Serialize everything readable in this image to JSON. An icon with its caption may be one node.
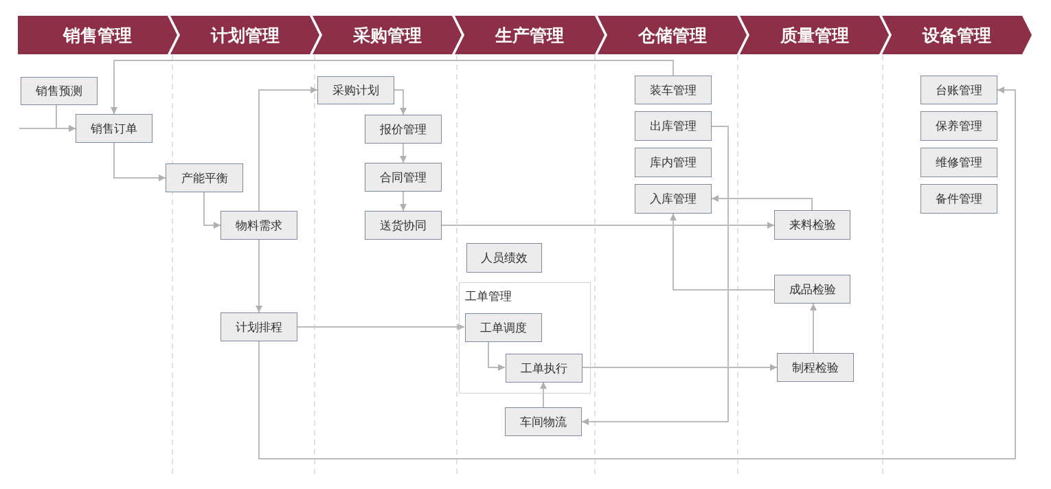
{
  "diagram": {
    "nodes": [
      {
        "text": [
          "销售管理"
        ]
      },
      {
        "text": [
          "计划管理"
        ]
      },
      {
        "text": [
          "采购管理"
        ]
      },
      {
        "text": [
          "生产管理"
        ]
      },
      {
        "text": [
          "仓储管理"
        ]
      },
      {
        "text": [
          "质量管理"
        ]
      },
      {
        "text": [
          "设备管理"
        ]
      },
      {
        "text": [
          "销售预测"
        ]
      },
      {
        "text": [
          "销售订单"
        ]
      },
      {
        "text": [
          "产能平衡"
        ]
      },
      {
        "text": [
          "物料需求"
        ]
      },
      {
        "text": [
          "计划排程"
        ]
      },
      {
        "text": [
          "采购计划"
        ]
      },
      {
        "text": [
          "报价管理"
        ]
      },
      {
        "text": [
          "合同管理"
        ]
      },
      {
        "text": [
          "送货协同"
        ]
      },
      {
        "text": [
          "人员绩效"
        ]
      },
      {
        "text": [
          "工单管理"
        ]
      },
      {
        "text": [
          "工单调度"
        ],
        "in": 17
      },
      {
        "text": [
          "工单执行"
        ],
        "in": 17
      },
      {
        "text": [
          "车间物流"
        ]
      },
      {
        "text": [
          "装车管理"
        ]
      },
      {
        "text": [
          "出库管理"
        ]
      },
      {
        "text": [
          "库内管理"
        ]
      },
      {
        "text": [
          "入库管理"
        ]
      },
      {
        "text": [
          "来料检验"
        ]
      },
      {
        "text": [
          "成品检验"
        ]
      },
      {
        "text": [
          "制程检验"
        ]
      },
      {
        "text": [
          "台账管理"
        ]
      },
      {
        "text": [
          "保养管理"
        ]
      },
      {
        "text": [
          "维修管理"
        ]
      },
      {
        "text": [
          "备件管理"
        ]
      }
    ],
    "edges": [
      {
        "from": null,
        "to": 8,
        "arrow": "to"
      },
      {
        "from": 7,
        "to": 8,
        "arrow": "to"
      },
      {
        "from": 21,
        "to": 8,
        "arrow": "to"
      },
      {
        "from": 8,
        "to": 9,
        "arrow": "to"
      },
      {
        "from": 9,
        "to": 10,
        "arrow": "to"
      },
      {
        "from": 10,
        "to": 12,
        "arrow": "to"
      },
      {
        "from": 10,
        "to": 11,
        "arrow": "to"
      },
      {
        "from": 12,
        "to": 13,
        "arrow": "to"
      },
      {
        "from": 13,
        "to": 14,
        "arrow": "to"
      },
      {
        "from": 14,
        "to": 15,
        "arrow": "to"
      },
      {
        "from": 15,
        "to": 25,
        "arrow": "to"
      },
      {
        "from": 25,
        "to": 24,
        "arrow": "to"
      },
      {
        "from": 26,
        "to": 24,
        "arrow": "to"
      },
      {
        "from": 27,
        "to": 26,
        "arrow": "to"
      },
      {
        "from": 19,
        "to": 27,
        "arrow": "to"
      },
      {
        "from": 11,
        "to": 18,
        "arrow": "to"
      },
      {
        "from": 18,
        "to": 19,
        "arrow": "to"
      },
      {
        "from": 20,
        "to": 19,
        "arrow": "to"
      },
      {
        "from": 22,
        "to": 20,
        "arrow": "to"
      },
      {
        "from": 11,
        "to": 28,
        "arrow": "to"
      }
    ]
  }
}
